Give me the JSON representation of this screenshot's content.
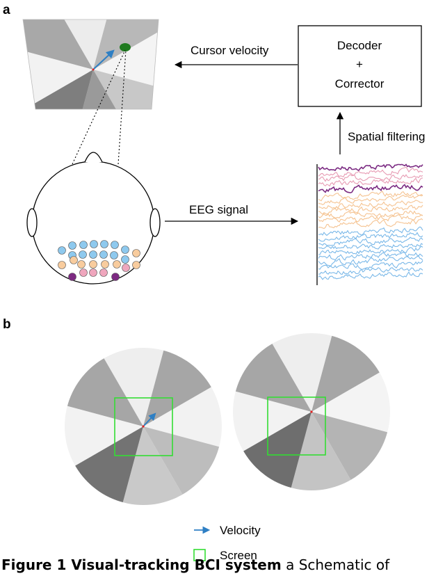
{
  "panel_a": {
    "letter": "a",
    "cursor_velocity": "Cursor velocity",
    "decoder_line1": "Decoder",
    "decoder_line2": "+",
    "decoder_line3": "Corrector",
    "spatial_filtering": "Spatial filtering",
    "eeg_signal": "EEG signal"
  },
  "panel_b": {
    "letter": "b",
    "legend_velocity": "Velocity",
    "legend_screen": "Screen"
  },
  "caption": {
    "bold": "Figure 1   Visual-tracking BCI system",
    "rest": "   a  Schematic of"
  },
  "colors": {
    "velocity_arrow": "#2e7fc4",
    "screen_box": "#33dd33",
    "target": "#1f7a1f",
    "electrode_blue": "#8ec9ee",
    "electrode_orange": "#f8cc9e",
    "electrode_pink": "#efa6bd",
    "electrode_purple": "#7d2a82"
  }
}
